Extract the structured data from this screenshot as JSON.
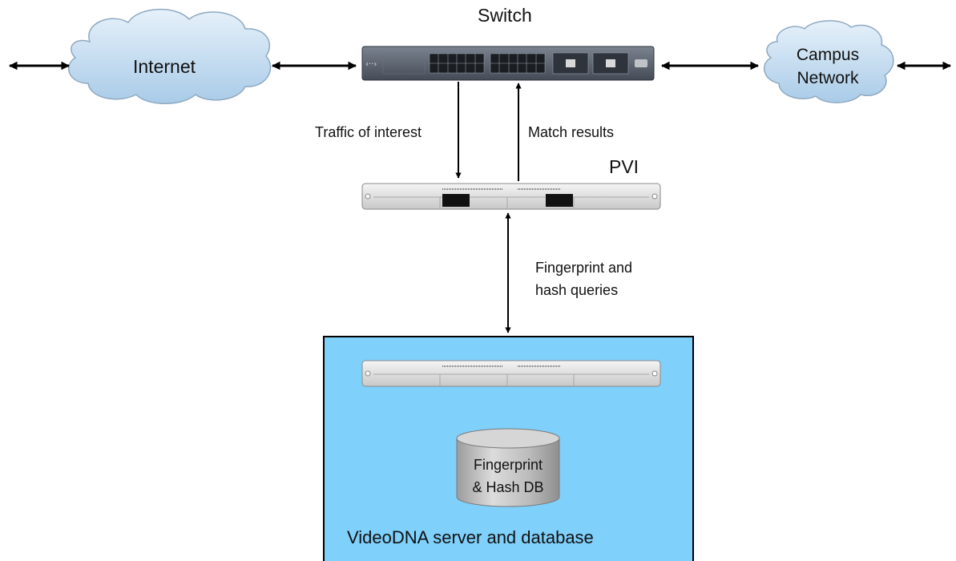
{
  "nodes": {
    "switch": {
      "label": "Switch"
    },
    "internet": {
      "label": "Internet"
    },
    "campus_network": {
      "line1": "Campus",
      "line2": "Network"
    },
    "pvi": {
      "label": "PVI"
    },
    "database": {
      "line1": "Fingerprint",
      "line2": "& Hash DB"
    },
    "server_box": {
      "label": "VideoDNA server and database"
    }
  },
  "edges": {
    "traffic_of_interest": {
      "label": "Traffic of interest"
    },
    "match_results": {
      "label": "Match results"
    },
    "fingerprint_queries": {
      "line1": "Fingerprint and",
      "line2": "hash queries"
    }
  },
  "colors": {
    "server_box_fill": "#7fd0fb",
    "cloud_fill": "#c5dff3",
    "switch_body": "#5a6270",
    "rack_server": "#e4e4e4",
    "db_cylinder": "#bdbdbd",
    "arrow": "#000000"
  }
}
